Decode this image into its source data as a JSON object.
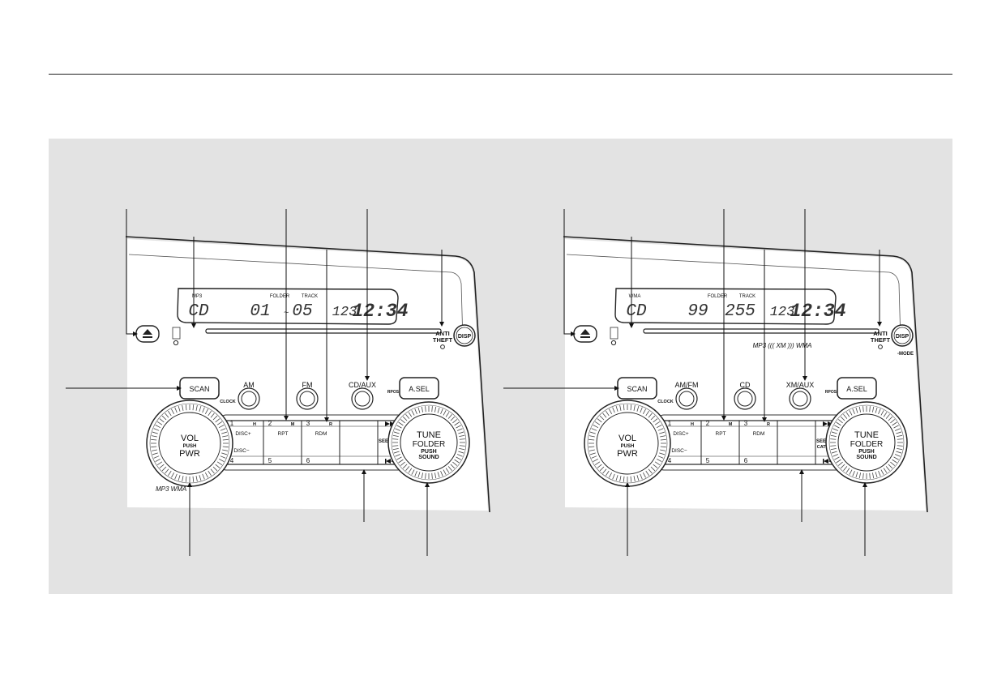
{
  "units": [
    {
      "display": {
        "mode": "CD",
        "folder": "01",
        "sep": "~",
        "track": "05",
        "preset": "123",
        "clock": "12:34",
        "small_left": "MP3",
        "small_folder": "FOLDER",
        "small_track": "TRACK"
      },
      "slot_label": "",
      "anti_theft": "ANTI\nTHEFT",
      "disp": "DISP",
      "disp_sub": "",
      "scan": "SCAN",
      "knob_buttons": [
        {
          "label": "AM",
          "sub": "CLOCK"
        },
        {
          "label": "FM",
          "sub": ""
        },
        {
          "label": "CD/AUX",
          "sub": ""
        }
      ],
      "asel": "A.SEL",
      "asel_sub": "RPOS",
      "vol": [
        "VOL",
        "PUSH",
        "PWR"
      ],
      "tune": [
        "TUNE",
        "FOLDER",
        "PUSH",
        "SOUND"
      ],
      "presets_top": [
        {
          "n": "1",
          "s": "H"
        },
        {
          "n": "2",
          "s": "M"
        },
        {
          "n": "3",
          "s": "R"
        }
      ],
      "presets_mid": [
        "DISC+",
        "RPT",
        "RDM"
      ],
      "presets_mid2": [
        "DISC−",
        "",
        ""
      ],
      "presets_bottom": [
        "4",
        "5",
        "6"
      ],
      "seek": [
        "SEEK/SKIP",
        ""
      ],
      "bottom_label": "MP3 WMA"
    },
    {
      "display": {
        "mode": "CD",
        "folder": "99",
        "sep": "",
        "track": "255",
        "preset": "123",
        "clock": "12:34",
        "small_left": "WMA",
        "small_folder": "FOLDER",
        "small_track": "TRACK"
      },
      "slot_label": "MP3 ((( XM ))) WMA",
      "anti_theft": "ANTI\nTHEFT",
      "disp": "DISP",
      "disp_sub": "-MODE",
      "scan": "SCAN",
      "knob_buttons": [
        {
          "label": "AM/FM",
          "sub": "CLOCK"
        },
        {
          "label": "CD",
          "sub": ""
        },
        {
          "label": "XM/AUX",
          "sub": ""
        }
      ],
      "asel": "A.SEL",
      "asel_sub": "RPOS",
      "vol": [
        "VOL",
        "PUSH",
        "PWR"
      ],
      "tune": [
        "TUNE",
        "FOLDER",
        "PUSH",
        "SOUND"
      ],
      "presets_top": [
        {
          "n": "1",
          "s": "H"
        },
        {
          "n": "2",
          "s": "M"
        },
        {
          "n": "3",
          "s": "R"
        }
      ],
      "presets_mid": [
        "DISC+",
        "RPT",
        "RDM"
      ],
      "presets_mid2": [
        "DISC−",
        "",
        ""
      ],
      "presets_bottom": [
        "4",
        "5",
        "6"
      ],
      "seek": [
        "SEEK/SKIP",
        "CATEGORY"
      ],
      "bottom_label": ""
    }
  ]
}
